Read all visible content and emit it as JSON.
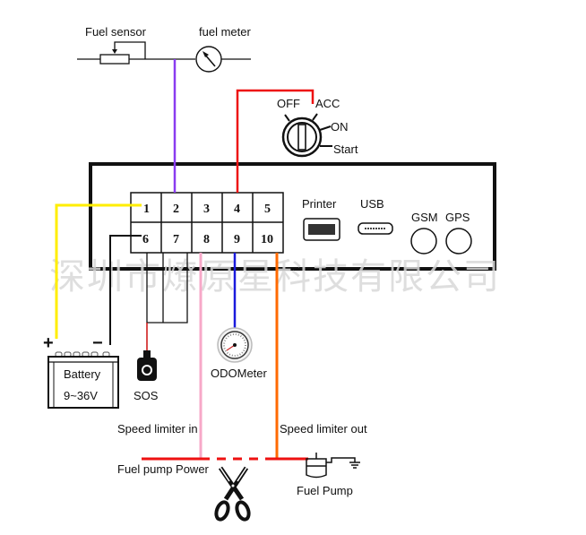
{
  "top": {
    "fuel_sensor_label": "Fuel sensor",
    "fuel_meter_label": "fuel meter"
  },
  "ignition": {
    "off": "OFF",
    "acc": "ACC",
    "on": "ON",
    "start": "Start"
  },
  "connector": {
    "pins": [
      "1",
      "2",
      "3",
      "4",
      "5",
      "6",
      "7",
      "8",
      "9",
      "10"
    ]
  },
  "ports": {
    "printer": "Printer",
    "usb": "USB",
    "gsm": "GSM",
    "gps": "GPS"
  },
  "watermark": "深圳市燎原星科技有限公司",
  "battery": {
    "plus": "+",
    "minus": "−",
    "label": "Battery",
    "voltage": "9~36V"
  },
  "sos_label": "SOS",
  "odometer_label": "ODOMeter",
  "speed_limiter_in": "Speed limiter in",
  "speed_limiter_out": "Speed limiter out",
  "fuel_pump_power": "Fuel pump Power",
  "fuel_pump_label": "Fuel Pump",
  "colors": {
    "yellow_wire": "#ffee00",
    "purple_wire": "#8a3cf0",
    "red_wire": "#ee1111",
    "pink_wire": "#f7a8c8",
    "blue_wire": "#1a1add",
    "orange_wire": "#ff6a00",
    "black_wire": "#111111"
  }
}
